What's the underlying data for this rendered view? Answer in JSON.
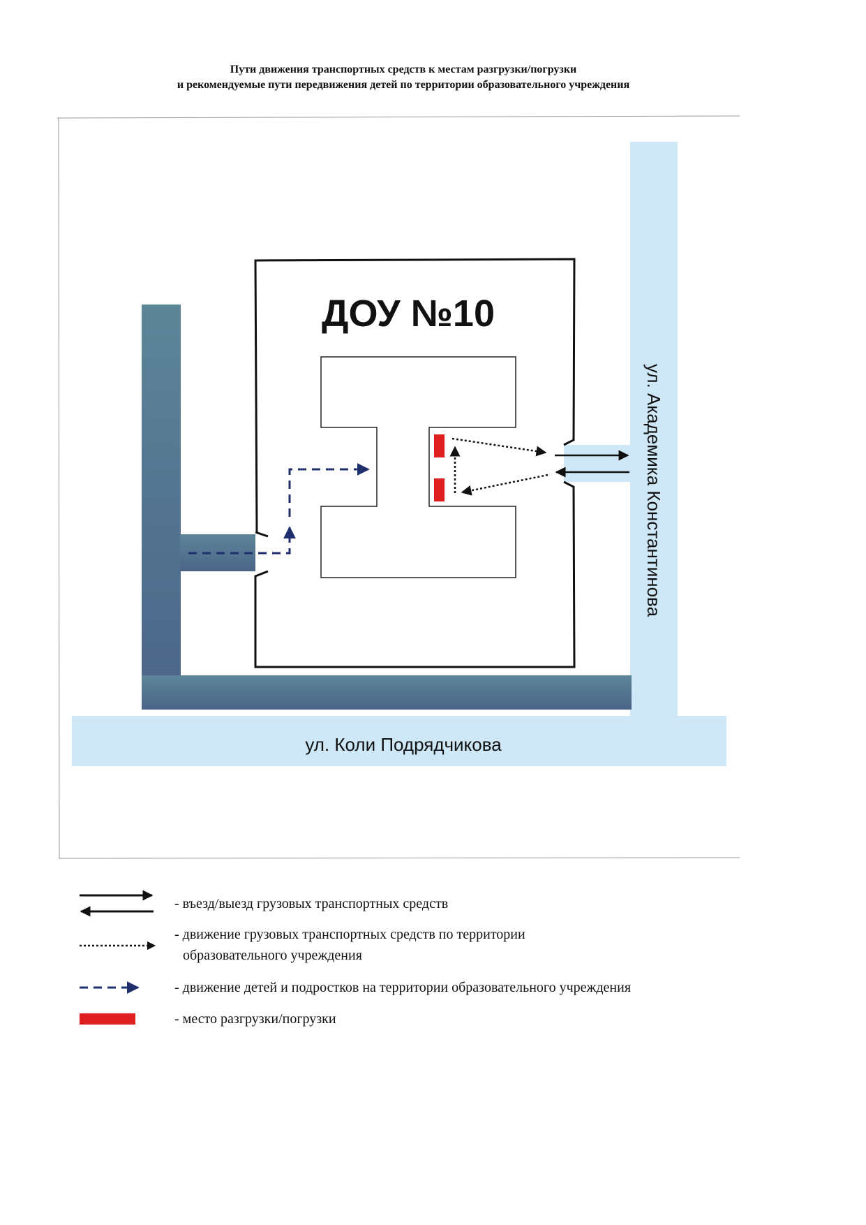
{
  "title": {
    "line1": "Пути движения транспортных средств к местам разгрузки/погрузки",
    "line2": "и рекомендуемые пути передвижения детей по территории образовательного учреждения"
  },
  "map": {
    "building_label": "ДОУ №10",
    "street_right": "ул. Академика Константинова",
    "street_bottom": "ул. Коли Подрядчикова"
  },
  "legend": [
    {
      "icon": "two-way-arrows-icon",
      "text": "- въезд/выезд грузовых транспортных средств"
    },
    {
      "icon": "dotted-arrow-icon",
      "text": "- движение грузовых транспортных средств по территории",
      "text2": "образовательного учреждения"
    },
    {
      "icon": "blue-dashed-arrow-icon",
      "text": "- движение детей и подростков на территории образовательного учреждения"
    },
    {
      "icon": "red-rectangle-icon",
      "text": "- место разгрузки/погрузки"
    }
  ],
  "colors": {
    "street": "#cfe8f7",
    "territory_road": "#54768f",
    "unloading": "#e02020",
    "children_path": "#1f2f6e"
  }
}
